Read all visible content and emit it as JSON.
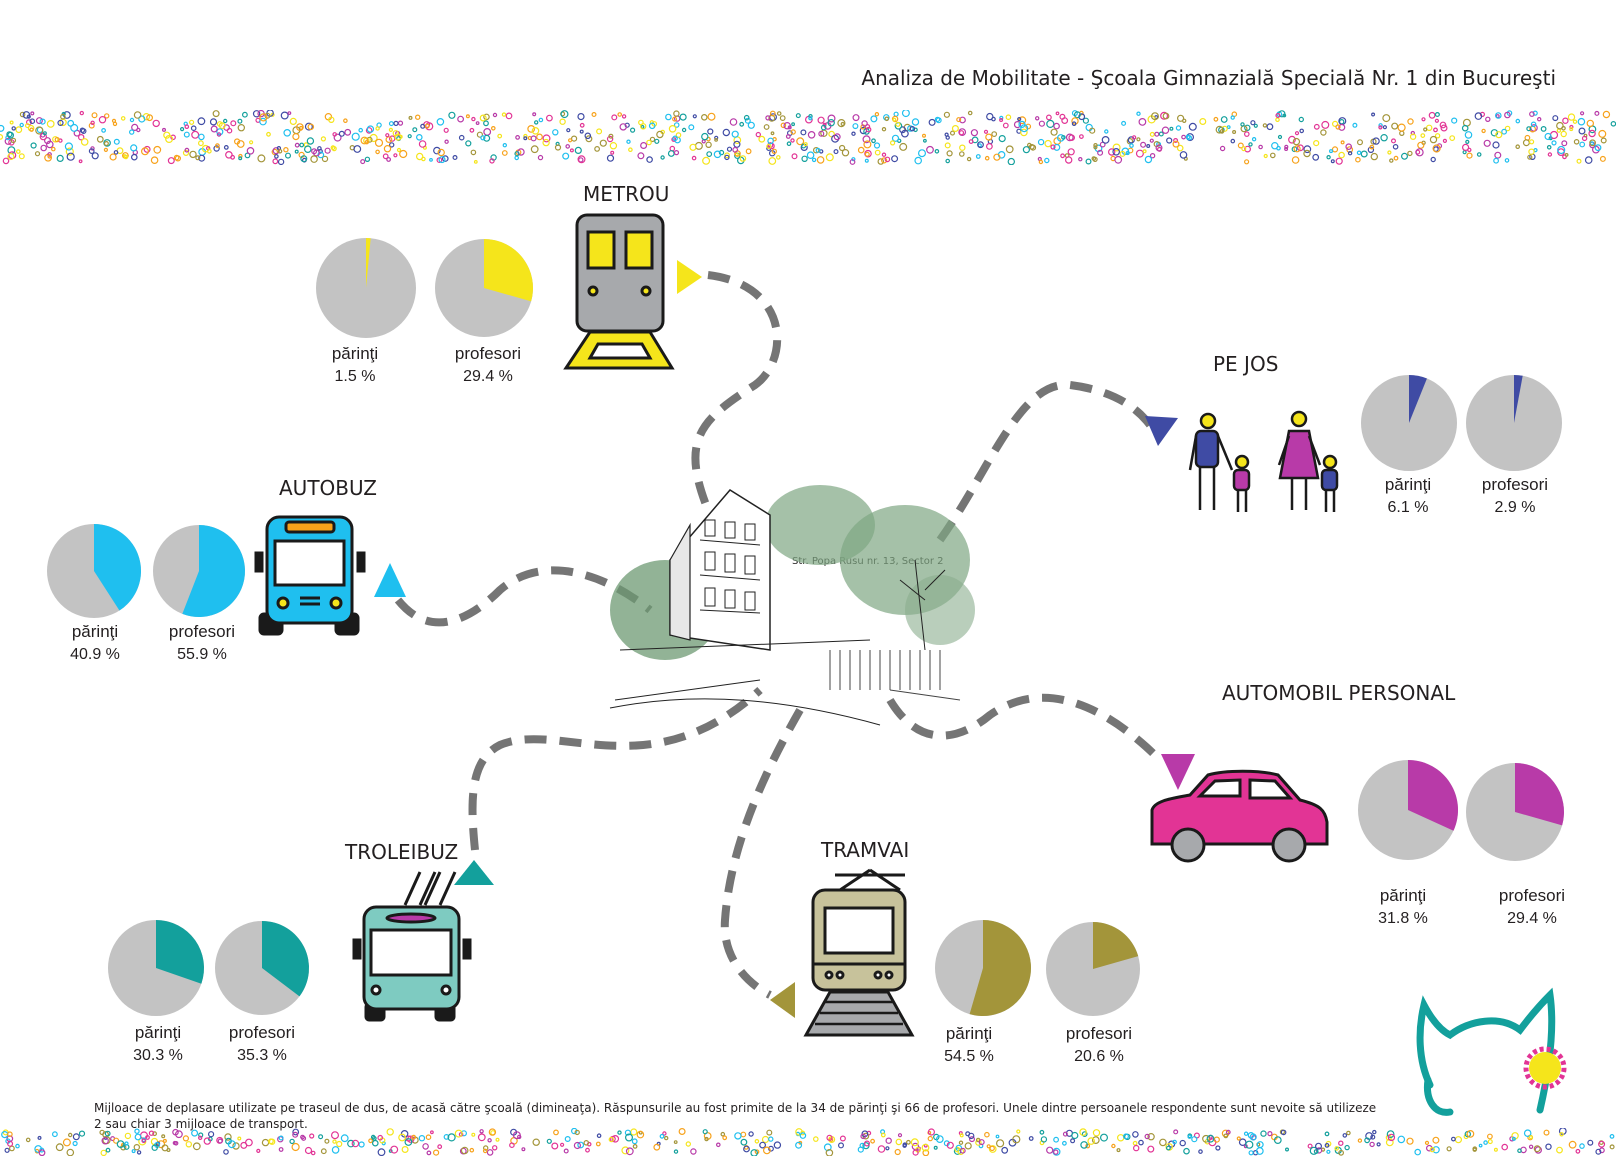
{
  "title": "Analiza de Mobilitate - Şcoala Gimnazială Specială Nr. 1 din Bucureşti",
  "street_label": "Str. Popa Rusu nr. 13, Sector 2",
  "footnote": "Mijloace de deplasare utilizate pe traseul de dus, de acasă către şcoală (dimineaţa). Răspunsurile au fost primite de la 34 de părinţi şi 66 de profesori. Unele dintre persoanele respondente sunt nevoite să utilizeze 2 sau chiar 3 mijloace de transport.",
  "group_labels": {
    "parents": "părinţi",
    "teachers": "profesori"
  },
  "colors": {
    "pie_base": "#c3c3c3",
    "metrou": "#f5e51b",
    "pe_jos": "#3f4ba4",
    "autobuz": "#1fbfef",
    "automobil": "#b83aa8",
    "troleibuz": "#13a09c",
    "tramvai": "#a3953a",
    "route": "#757575"
  },
  "icons": [
    "metro-train-icon",
    "walking-family-icon",
    "bus-icon",
    "car-icon",
    "trolleybus-icon",
    "tram-icon",
    "school-building-sketch",
    "mersi-logo"
  ],
  "chart_data": {
    "type": "pie",
    "series_names": [
      "părinţi",
      "profesori"
    ],
    "modes": [
      {
        "key": "metrou",
        "name": "METROU",
        "parents": {
          "value": 1.5,
          "text": "1.5 %"
        },
        "teachers": {
          "value": 29.4,
          "text": "29.4 %"
        }
      },
      {
        "key": "pe_jos",
        "name": "PE JOS",
        "parents": {
          "value": 6.1,
          "text": "6.1 %"
        },
        "teachers": {
          "value": 2.9,
          "text": "2.9 %"
        }
      },
      {
        "key": "autobuz",
        "name": "AUTOBUZ",
        "parents": {
          "value": 40.9,
          "text": "40.9 %"
        },
        "teachers": {
          "value": 55.9,
          "text": "55.9 %"
        }
      },
      {
        "key": "automobil",
        "name": "AUTOMOBIL PERSONAL",
        "parents": {
          "value": 31.8,
          "text": "31.8 %"
        },
        "teachers": {
          "value": 29.4,
          "text": "29.4 %"
        }
      },
      {
        "key": "troleibuz",
        "name": "TROLEIBUZ",
        "parents": {
          "value": 30.3,
          "text": "30.3 %"
        },
        "teachers": {
          "value": 35.3,
          "text": "35.3 %"
        }
      },
      {
        "key": "tramvai",
        "name": "TRAMVAI",
        "parents": {
          "value": 54.5,
          "text": "54.5 %"
        },
        "teachers": {
          "value": 20.6,
          "text": "20.6 %"
        }
      }
    ]
  }
}
